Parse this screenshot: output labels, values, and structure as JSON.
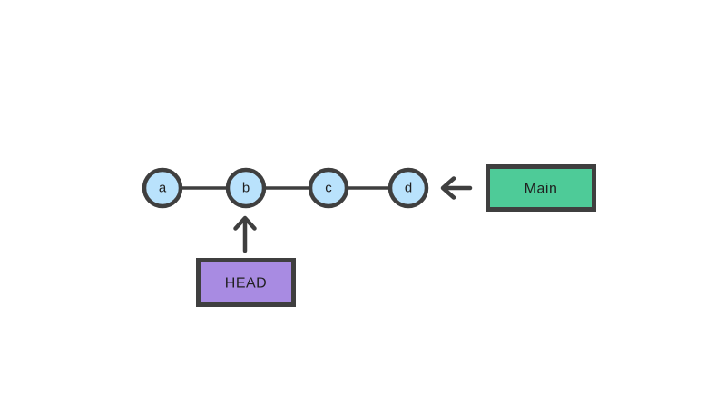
{
  "diagram": {
    "type": "git-commit-graph",
    "background_color": "#ffffff",
    "stroke_color": "#3f3f3f",
    "text_color": "#1f1f1f",
    "commit_fill": "#b9e2fc",
    "commits": [
      {
        "label": "a"
      },
      {
        "label": "b"
      },
      {
        "label": "c"
      },
      {
        "label": "d"
      }
    ],
    "main_badge": {
      "label": "Main",
      "fill": "#4ecb98",
      "points_to": "d",
      "arrow_direction": "left"
    },
    "head_badge": {
      "label": "HEAD",
      "fill": "#a88be2",
      "points_to": "b",
      "arrow_direction": "up"
    }
  }
}
